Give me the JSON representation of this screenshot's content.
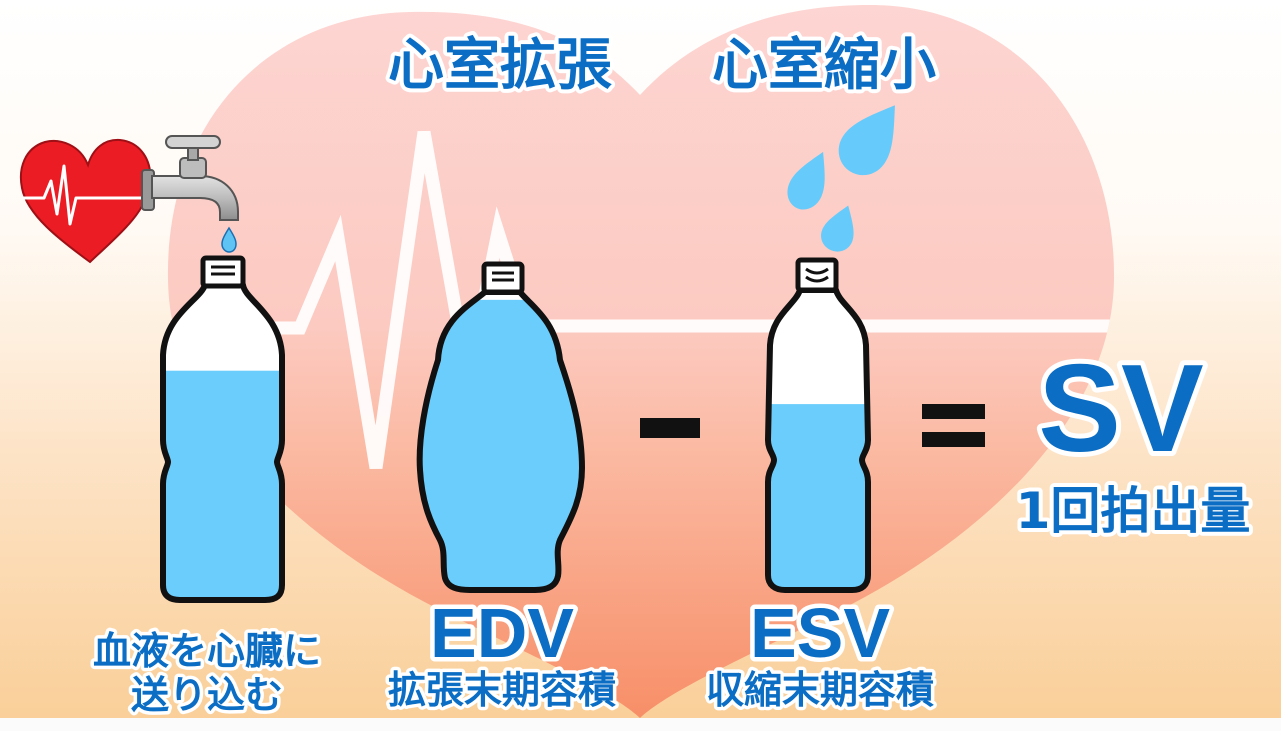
{
  "headings": {
    "diastole": "心室拡張",
    "systole": "心室縮小"
  },
  "inflow": {
    "line1": "血液を心臓に",
    "line2": "送り込む"
  },
  "edv": {
    "abbr": "EDV",
    "name": "拡張末期容積"
  },
  "esv": {
    "abbr": "ESV",
    "name": "収縮末期容積"
  },
  "sv": {
    "abbr": "SV",
    "name": "1回拍出量"
  },
  "levels": {
    "inflow_bottle": 0.73,
    "edv_bottle": 0.98,
    "esv_bottle": 0.62
  },
  "icons": [
    "heart-icon",
    "faucet-icon",
    "water-drop-icon",
    "bottle-icon",
    "minus-sign",
    "equals-sign"
  ],
  "colors": {
    "text": "#0b6dc3",
    "water": "#6acdfb",
    "splash": "#66cbfa",
    "heart_icon": "#ec1c24",
    "outline": "#111111"
  }
}
